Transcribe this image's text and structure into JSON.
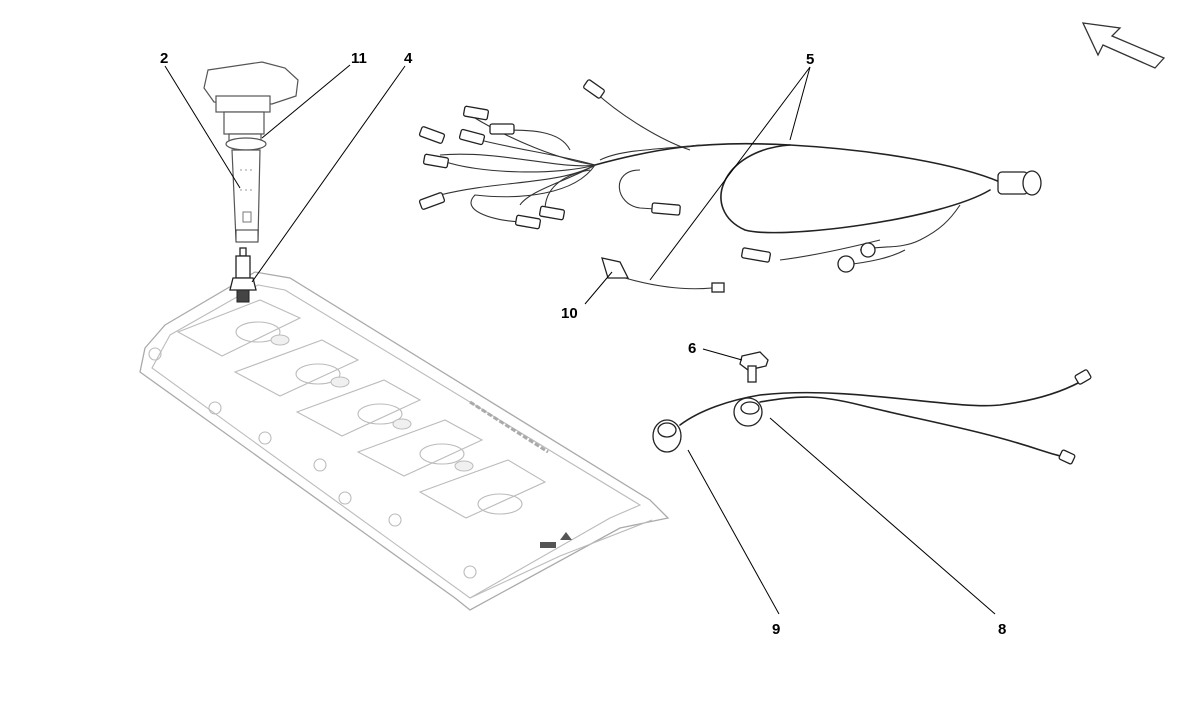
{
  "callouts": {
    "c2": "2",
    "c11": "11",
    "c4": "4",
    "c5": "5",
    "c10": "10",
    "c6": "6",
    "c9": "9",
    "c8": "8"
  },
  "icons": {
    "orientation": "direction-arrow-icon"
  }
}
